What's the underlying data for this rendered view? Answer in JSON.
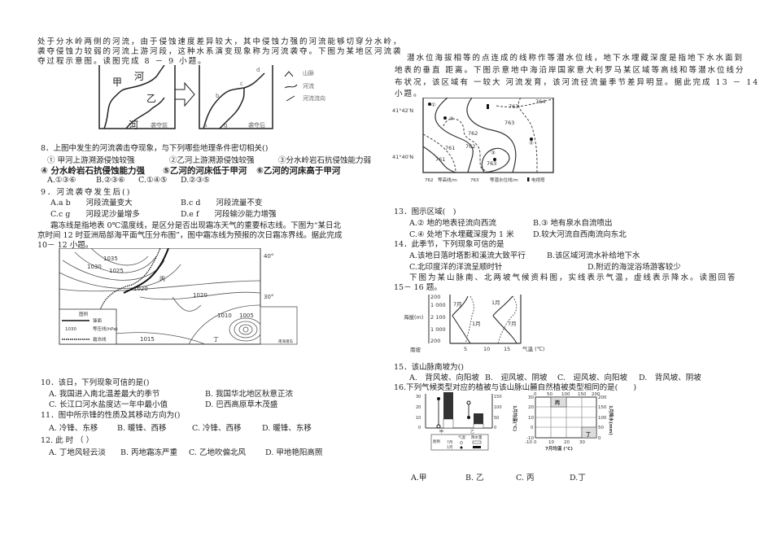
{
  "left": {
    "intro_8_9": [
      "处于分水岭两侧的河流，由于侵蚀速度差异较大，其中侵蚀力强的河流能够切穿分水岭，",
      "袭夺侵蚀力较弱的河流上游河段，这种水系演变现象称为河流袭夺。下图为某地区河流袭",
      "夺过程示意图。读图完成 8 － 9 小题。"
    ],
    "river_figure": {
      "before_label": "袭夺前",
      "after_label": "袭夺后",
      "river_jia": "甲",
      "river_yi": "乙",
      "he1": "河",
      "he2": "河",
      "points": [
        "a",
        "b",
        "c",
        "d",
        "e",
        "f",
        "g"
      ],
      "legend": [
        "山脉",
        "河流",
        "河流流向"
      ]
    },
    "q8": {
      "stem": "8．上图中发生的河流袭击夺现象，与下列哪些地理条件密切相关()",
      "conds1": [
        "① 甲河上游溯源侵蚀较强",
        "②乙河上游溯源侵蚀较强",
        "③分水岭岩石抗侵蚀能力弱"
      ],
      "conds2": [
        "④ 分水岭岩石抗侵蚀能力强",
        "⑤乙河的河床低于甲河",
        "⑥乙河的河床高于甲河"
      ],
      "options": [
        "A.①③⑥",
        "B.②③⑥",
        "C.①④⑤",
        "D.②③⑤"
      ]
    },
    "q9": {
      "stem": "9．河流袭夺发生后()",
      "options": [
        "A.a b　　河段流量变大",
        "B.c d　　河段流量不变",
        "C.c g　　河段泥沙量增多",
        "D.e f　　河段输沙能力增强"
      ]
    },
    "intro_10_12": [
      "霜冻线是指地表 0℃温度线，是区分是否出现霜冻天气的重要标志线。下图为“某日北",
      "京时间 12 时亚洲局部海平面气压分布图”，图中霜冻线为预报的次日霜冻界线。据此完成",
      "10－ 12 小题。"
    ],
    "weather_map": {
      "isobars": [
        "1035",
        "1030",
        "1025",
        "1020",
        "1020",
        "1015",
        "1010",
        "1005"
      ],
      "places": [
        "丙",
        "丁"
      ],
      "lat": [
        "40°",
        "30°"
      ],
      "legend_title": "图例",
      "legend": [
        "锋面",
        "等压线(hPa)",
        "霜冻线"
      ],
      "legend_sample": "1030",
      "inset": "南海诸岛"
    },
    "q10": {
      "stem": "10．该日，下列现象可信的是()",
      "options": [
        "A. 我国进入南北温差最大的季节",
        "B. 我国华北地区秋意正浓",
        "C. 长江口河水盐度达一年中最小值",
        "D. 巴西高原草木茂盛"
      ]
    },
    "q11": {
      "stem": "11．图中所示锋的性质及其移动方向为()",
      "options": [
        "A. 冷锋、东移",
        "B. 暖锋、西移",
        "C. 冷锋、西移",
        "D. 暖锋、东移"
      ]
    },
    "q12": {
      "stem": "12. 此 时 （ ）",
      "options": [
        "A. 丁地风轻云淡",
        "B. 丙地霜冻严重",
        "C. 乙地吹偏北风",
        "D. 甲地艳阳高照"
      ]
    }
  },
  "right": {
    "intro_13_14": [
      "潜水位海拔相等的点连成的线称作等潜水位线，地下水埋藏深度是指地下水水面到",
      "地表的垂直 距离。下图示意地中海沿岸国家意大利罗马某区域等高线和等潜水位线分",
      "布状况，该区域有 一较大 河流发育，该河流径流量季节差异明显。据此完成 13 － 14",
      "小题。"
    ],
    "contour_map": {
      "lat": [
        "41°42′N",
        "41°40′N"
      ],
      "points": [
        "①",
        "②",
        "③",
        "④"
      ],
      "labels": [
        "764",
        "763",
        "763",
        "762",
        "761",
        "761",
        "762",
        "763"
      ],
      "legend": [
        "762",
        "等高线/m",
        "763",
        "等潜水位线/m",
        "电视塔"
      ]
    },
    "q13": {
      "stem": "13．图示区域(　)",
      "options": [
        "A.② 地的地表径流向西流",
        "B.③ 地有泉水自流喷出",
        "C.④ 处地下水埋藏深度为 1 米",
        "D.较大河流自西南流向东北"
      ]
    },
    "q14": {
      "stem": "14．此季节，下列现象可信的是",
      "options": [
        "A.该地日落时塔影和溪流大致平行",
        "B.该区域河流水补给地下水",
        "C.北印度洋的洋流呈顺时针",
        "D.附近的海淀浴场游客较少"
      ]
    },
    "intro_15_16": [
      "下图为某山脉南、北两坡气候资料图，实线表示气温，虚线表示降水。读图回答",
      "15－ 16 题。"
    ],
    "mountain_chart": {
      "ylabel": "海拔(m)",
      "yticks": [
        "200",
        "1 000",
        "2 100",
        "1 000",
        "200"
      ],
      "side_label": "南坡",
      "xlabel": "气温 (℃)",
      "xticks": [
        "5",
        "10",
        "15"
      ],
      "series": [
        "7月",
        "1月",
        "1月",
        "7月"
      ]
    },
    "q15": {
      "stem": "15．该山脉南坡为()",
      "options": [
        "A.　背风坡、向阳坡",
        "B.　迎风坡、阴坡",
        "C.　迎风坡、向阳坡",
        "D.　背风坡、阴坡"
      ]
    },
    "q16": {
      "stem": "16.下列气候类型对应的植被与该山脉山麓自然植被类型相同的是(　　)",
      "bar_chart": {
        "left_ticks": [
          "30",
          "20",
          "10",
          "0"
        ],
        "right_ticks": [
          "150",
          "100",
          "50",
          "0"
        ],
        "categories": [
          "甲",
          "乙"
        ],
        "legend_head": [
          "图例",
          "气温",
          "降水量"
        ],
        "legend_rows": [
          "7月",
          "1月"
        ]
      },
      "grid_chart": {
        "top_ticks": [
          "0",
          "50",
          "100",
          "150",
          "200"
        ],
        "left_ticks": [
          "30",
          "20",
          "10",
          "0",
          "-10"
        ],
        "bottom_ticks": [
          "-10",
          "0",
          "10",
          "20",
          "30"
        ],
        "right_ticks": [
          "200",
          "150",
          "100",
          "50",
          "0"
        ],
        "ylabel": "1月均温(℃)",
        "y2label": "1月降水(mm)",
        "xlabel": "7月均温 (℃)",
        "boxes": [
          "丙",
          "丁"
        ]
      },
      "options": [
        "A.甲",
        "B. 乙",
        "C. 丙",
        "D.丁"
      ]
    }
  }
}
